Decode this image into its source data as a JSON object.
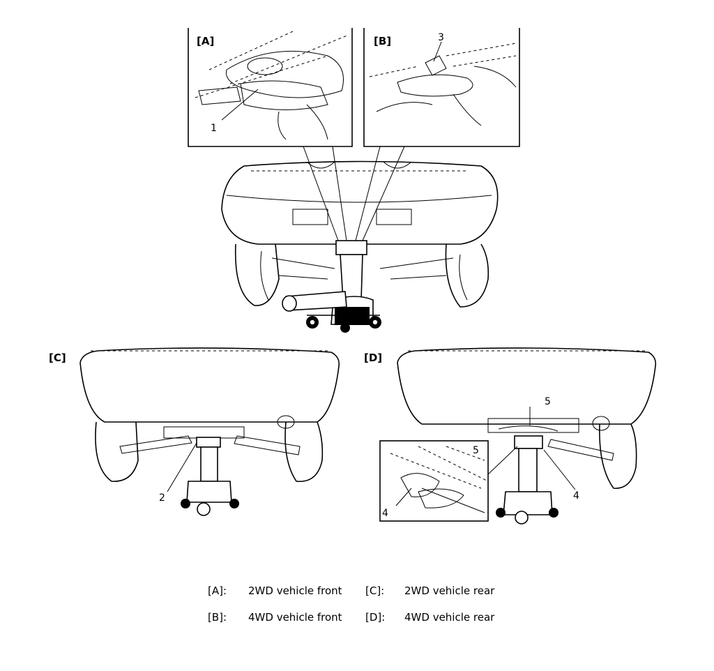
{
  "panels": {
    "A": {
      "tag": "[A]",
      "callouts": [
        "1"
      ]
    },
    "B": {
      "tag": "[B]",
      "callouts": [
        "3"
      ]
    },
    "C": {
      "tag": "[C]",
      "callouts": [
        "2"
      ]
    },
    "D": {
      "tag": "[D]",
      "callouts": [
        "5",
        "5",
        "4",
        "4"
      ]
    }
  },
  "legend": [
    {
      "key": "[A]:",
      "value": "2WD vehicle front",
      "key2": "[C]:",
      "value2": "2WD vehicle rear"
    },
    {
      "key": "[B]:",
      "value": "4WD vehicle front",
      "key2": "[D]:",
      "value2": "4WD vehicle rear"
    }
  ]
}
